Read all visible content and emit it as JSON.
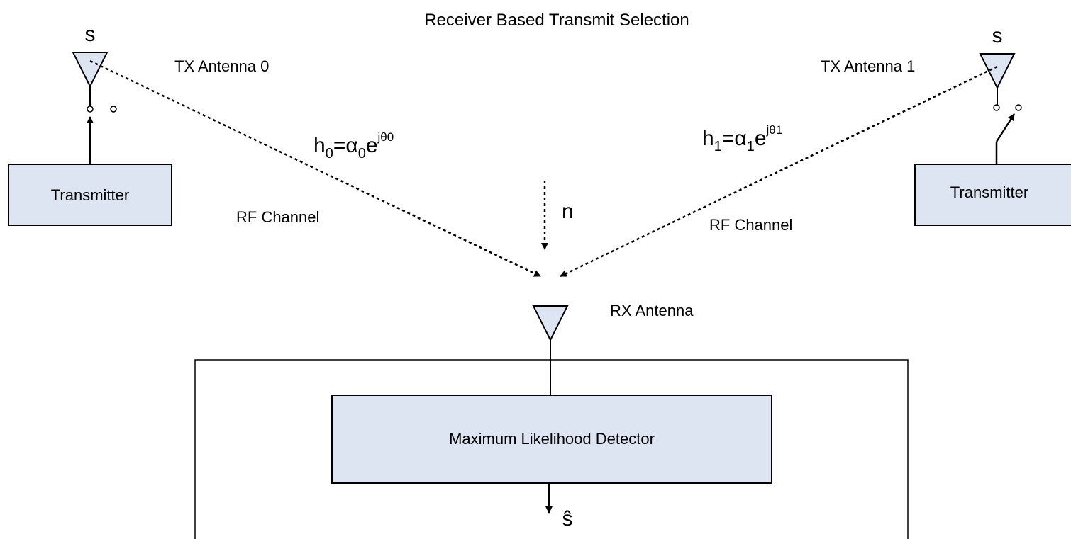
{
  "title": "Receiver Based Transmit Selection",
  "tx0": {
    "symbol": "s",
    "antenna_label": "TX Antenna 0",
    "block_label": "Transmitter",
    "channel_label": "RF Channel",
    "gain": {
      "h": "h",
      "h_sub": "0",
      "eq": "=α",
      "a_sub": "0",
      "e": "e",
      "exp": "jθ0"
    }
  },
  "tx1": {
    "symbol": "s",
    "antenna_label": "TX Antenna 1",
    "block_label": "Transmitter",
    "channel_label": "RF Channel",
    "gain": {
      "h": "h",
      "h_sub": "1",
      "eq": "=α",
      "a_sub": "1",
      "e": "e",
      "exp": "jθ1"
    }
  },
  "noise_label": "n",
  "rx": {
    "antenna_label": "RX Antenna",
    "detector_label": "Maximum Likelihood Detector",
    "output_label": "ŝ"
  },
  "colors": {
    "block_fill": "#dde5f2",
    "stroke": "#000000"
  }
}
